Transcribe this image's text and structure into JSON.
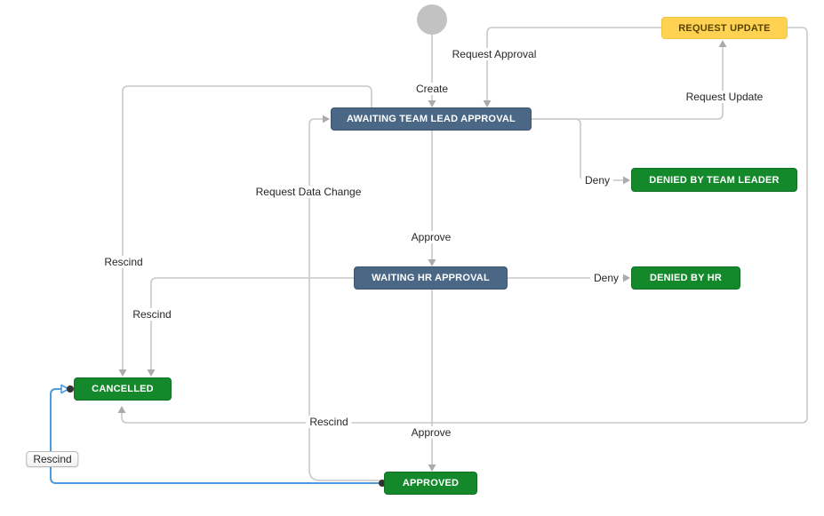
{
  "diagram": {
    "type": "workflow",
    "colors": {
      "line": "#c9c9c9",
      "arrow": "#ababab",
      "selected_line": "#4e9bdf",
      "anchor_dot": "#323232",
      "status_inprogress": "#4a6785",
      "status_done": "#14892c",
      "status_todo_bg": "#ffd351",
      "status_todo_text": "#594300",
      "label_text": "#262626",
      "start_node": "#c2c2c2"
    },
    "nodes": {
      "start": {
        "label": "",
        "type": "start-circle"
      },
      "request_update": {
        "label": "REQUEST UPDATE",
        "type": "todo"
      },
      "awaiting_team_lead_approval": {
        "label": "AWAITING TEAM LEAD APPROVAL",
        "type": "inprogress"
      },
      "denied_by_team_leader": {
        "label": "DENIED BY TEAM LEADER",
        "type": "done"
      },
      "waiting_hr_approval": {
        "label": "WAITING HR APPROVAL",
        "type": "inprogress"
      },
      "denied_by_hr": {
        "label": "DENIED BY HR",
        "type": "done"
      },
      "cancelled": {
        "label": "CANCELLED",
        "type": "done"
      },
      "approved": {
        "label": "APPROVED",
        "type": "done"
      }
    },
    "transitions": {
      "create": {
        "label": "Create",
        "from": "start",
        "to": "awaiting_team_lead_approval"
      },
      "request_approval": {
        "label": "Request Approval",
        "from": "request_update",
        "to": "awaiting_team_lead_approval"
      },
      "request_update": {
        "label": "Request Update",
        "from": "awaiting_team_lead_approval",
        "to": "request_update"
      },
      "deny_team_lead": {
        "label": "Deny",
        "from": "awaiting_team_lead_approval",
        "to": "denied_by_team_leader"
      },
      "approve_to_hr": {
        "label": "Approve",
        "from": "awaiting_team_lead_approval",
        "to": "waiting_hr_approval"
      },
      "rescind_from_awaiting": {
        "label": "Rescind",
        "from": "awaiting_team_lead_approval",
        "to": "cancelled"
      },
      "deny_hr": {
        "label": "Deny",
        "from": "waiting_hr_approval",
        "to": "denied_by_hr"
      },
      "rescind_from_hr": {
        "label": "Rescind",
        "from": "waiting_hr_approval",
        "to": "cancelled"
      },
      "approve_to_approved": {
        "label": "Approve",
        "from": "waiting_hr_approval",
        "to": "approved"
      },
      "request_data_change": {
        "label": "Request Data Change",
        "from": "approved",
        "to": "awaiting_team_lead_approval"
      },
      "rescind_from_request_update": {
        "label": "Rescind",
        "from": "request_update",
        "to": "cancelled"
      },
      "rescind_selected": {
        "label": "Rescind",
        "from": "approved",
        "to": "cancelled",
        "selected": true
      }
    }
  }
}
